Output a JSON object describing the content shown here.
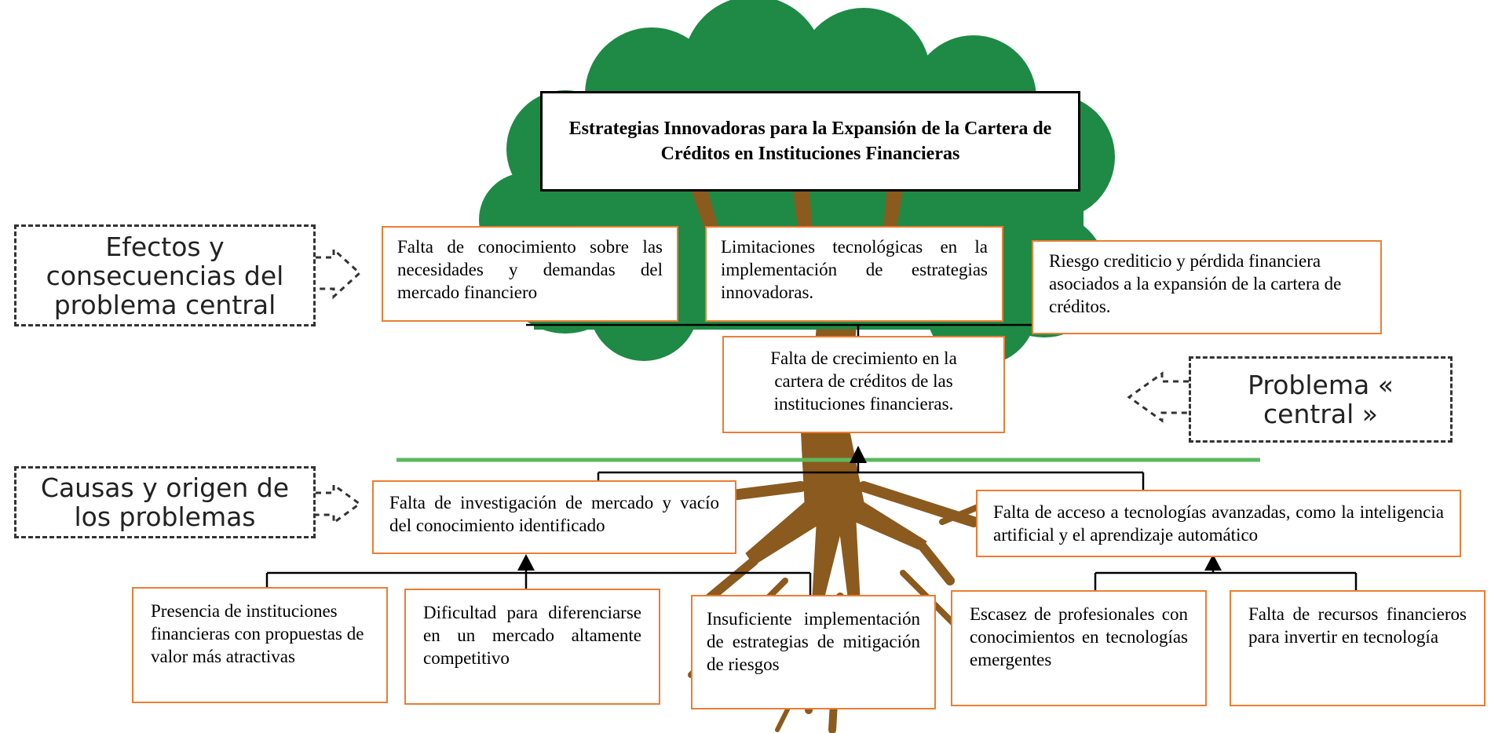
{
  "title": "Estrategias Innovadoras para la Expansión de la Cartera de Créditos en Instituciones Financieras",
  "labels": {
    "effects": "Efectos y consecuencias del problema central",
    "central": "Problema « central »",
    "causes": "Causas y origen de los problemas"
  },
  "effects": [
    "Falta de conocimiento sobre las necesidades y demandas del mercado financiero",
    "Limitaciones tecnológicas en la implementación de estrategias innovadoras.",
    "Riesgo crediticio y pérdida financiera asociados a la expansión de la cartera de créditos."
  ],
  "central_problem": "Falta de crecimiento en la cartera de créditos de las instituciones financieras.",
  "causes": [
    "Falta de investigación de mercado y vacío del conocimiento identificado",
    "Falta de acceso a tecnologías avanzadas, como la inteligencia artificial y el aprendizaje automático"
  ],
  "sub_causes": [
    "Presencia de instituciones financieras con propuestas de valor más atractivas",
    "Dificultad para diferenciarse en un mercado altamente competitivo",
    "Insuficiente implementación de estrategias de mitigación de riesgos",
    "Escasez de profesionales con conocimientos en tecnologías emergentes",
    "Falta de recursos financieros para invertir en tecnología"
  ],
  "colors": {
    "foliage": "#1e8a45",
    "trunk": "#8b5a1e",
    "ground_line": "#5cb85c",
    "box_border": "#ed7d31"
  }
}
